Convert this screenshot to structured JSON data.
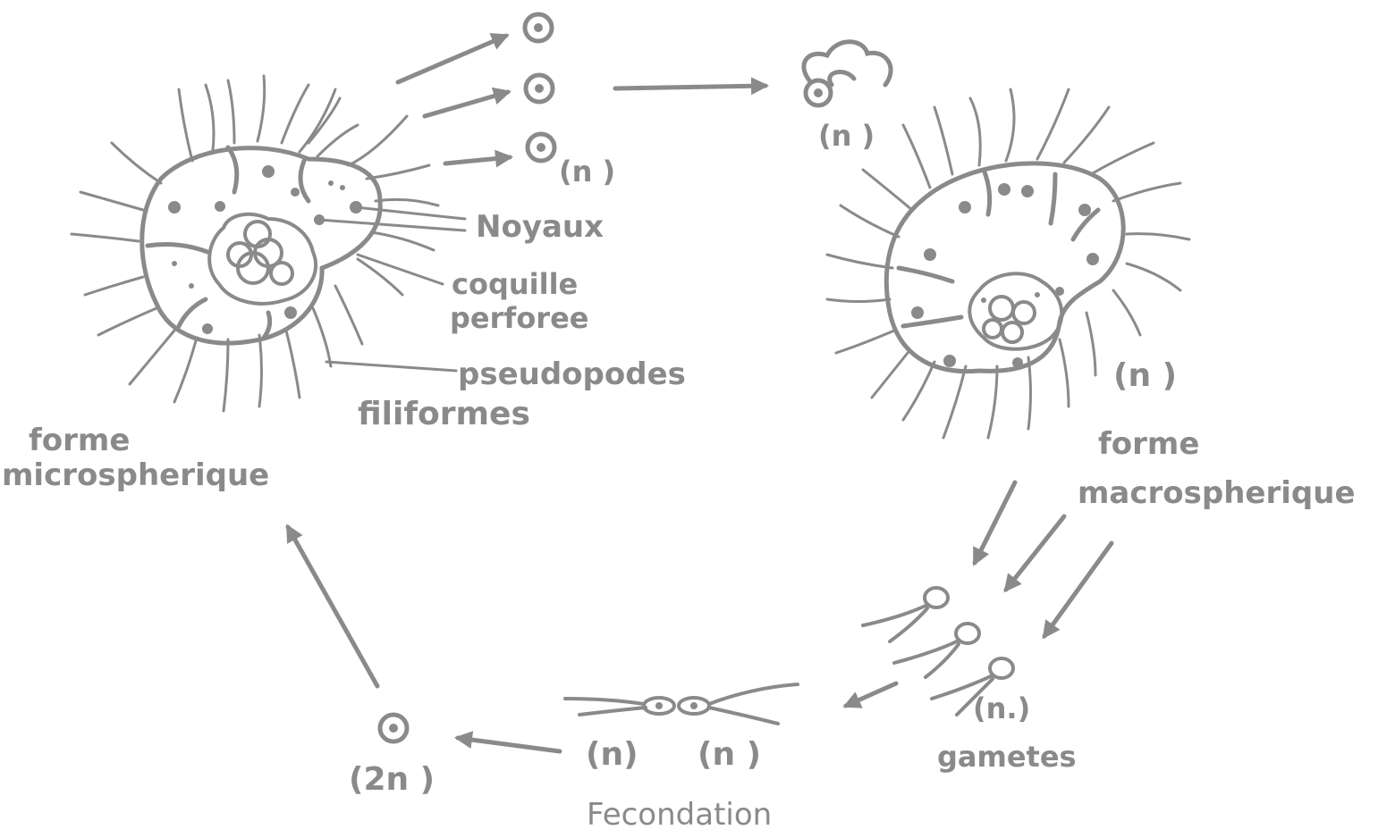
{
  "labels": {
    "noyaux": "Noyaux",
    "coquille_1": "coquille",
    "coquille_2": "perforee",
    "pseudopodes_1": "pseudopodes",
    "pseudopodes_2": "filiformes",
    "forme_micro_1": "forme",
    "forme_micro_2": "microspherique",
    "forme_macro_1": "forme",
    "forme_macro_2": "macrospherique",
    "n_spores": "(n )",
    "n_cluster": "(n )",
    "n_macro": "(n )",
    "n_gametes": "(n.)",
    "gametes": "gametes",
    "n_left": "(n)",
    "n_right": "(n )",
    "fecondation": "Fecondation",
    "two_n": "(2n )"
  },
  "colors": {
    "ink": "#8a8a8a",
    "background": "#ffffff"
  }
}
